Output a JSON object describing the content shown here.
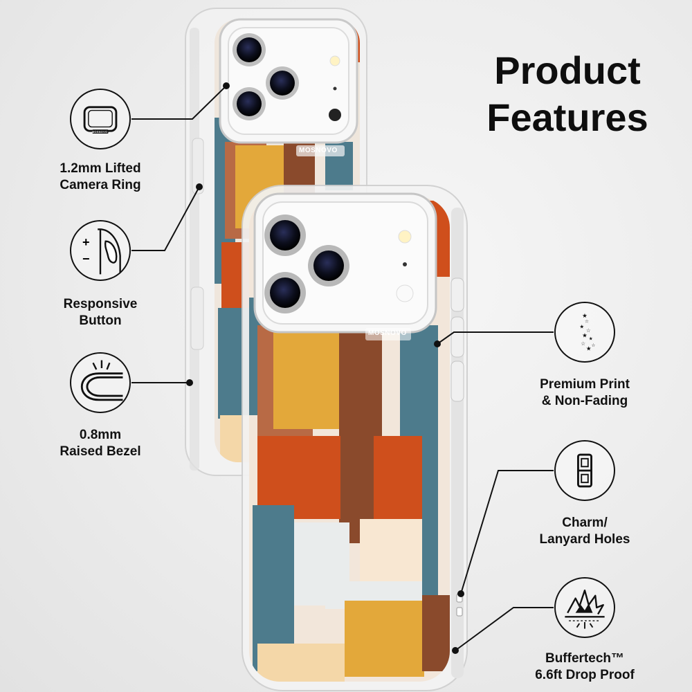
{
  "title": {
    "line1": "Product",
    "line2": "Features"
  },
  "brand": "MOSNOVO",
  "ring_brand": "MOSNOVO",
  "features": {
    "camera_ring": {
      "line1": "1.2mm Lifted",
      "line2": "Camera Ring"
    },
    "button": {
      "line1": "Responsive",
      "line2": "Button"
    },
    "bezel": {
      "line1": "0.8mm",
      "line2": "Raised Bezel"
    },
    "print": {
      "line1": "Premium Print",
      "line2": "& Non-Fading"
    },
    "holes": {
      "line1": "Charm/",
      "line2": "Lanyard Holes"
    },
    "drop": {
      "line1": "Buffertech™",
      "line2": "6.6ft Drop Proof"
    }
  },
  "icons": {
    "plus": "+",
    "minus": "−"
  },
  "colors": {
    "orange": "#cf4f1c",
    "mustard": "#e3a83a",
    "brown": "#8a4a2c",
    "teal": "#4d7b8c",
    "cream": "#f4e2cc",
    "ink": "#111111"
  }
}
